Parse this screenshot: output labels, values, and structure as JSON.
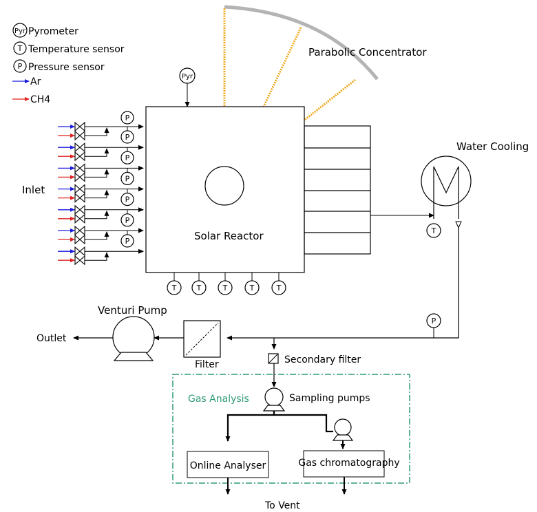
{
  "legend": {
    "pyrometer_symbol": "Pyr",
    "pyrometer_label": "Pyrometer",
    "temperature_symbol": "T",
    "temperature_label": "Temperature sensor",
    "pressure_symbol": "P",
    "pressure_label": "Pressure sensor",
    "ar_label": "Ar",
    "ch4_label": "CH4"
  },
  "colors": {
    "ar": "#1a1adf",
    "ch4": "#e0201c",
    "sunlight": "#f0a81c",
    "concentrator": "#b4b4b4",
    "gas_analysis_box": "#2e9b74"
  },
  "labels": {
    "parabolic_concentrator": "Parabolic Concentrator",
    "water_cooling": "Water Cooling",
    "inlet": "Inlet",
    "solar_reactor": "Solar Reactor",
    "venturi_pump": "Venturi Pump",
    "outlet": "Outlet",
    "filter": "Filter",
    "secondary_filter": "Secondary filter",
    "gas_analysis": "Gas Analysis",
    "sampling_pumps": "Sampling pumps",
    "online_analyser": "Online Analyser",
    "gas_chromatography": "Gas chromatography",
    "to_vent": "To Vent"
  },
  "sensor_symbols": {
    "pyrometer": "Pyr",
    "temperature": "T",
    "pressure": "P"
  }
}
